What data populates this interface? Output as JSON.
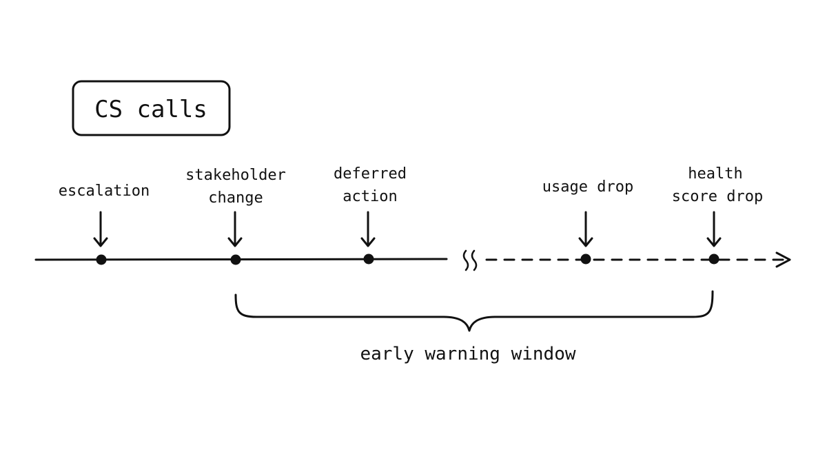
{
  "title_box": {
    "label": "CS calls"
  },
  "events": [
    {
      "id": "escalation",
      "lines": [
        "escalation"
      ]
    },
    {
      "id": "stakeholder-change",
      "lines": [
        "stakeholder",
        "change"
      ]
    },
    {
      "id": "deferred-action",
      "lines": [
        "deferred",
        "action"
      ]
    },
    {
      "id": "usage-drop",
      "lines": [
        "usage drop"
      ]
    },
    {
      "id": "health-score-drop",
      "lines": [
        "health",
        "score drop"
      ]
    }
  ],
  "window": {
    "label": "early warning window"
  },
  "colors": {
    "ink": "#111111",
    "background": "#ffffff"
  }
}
